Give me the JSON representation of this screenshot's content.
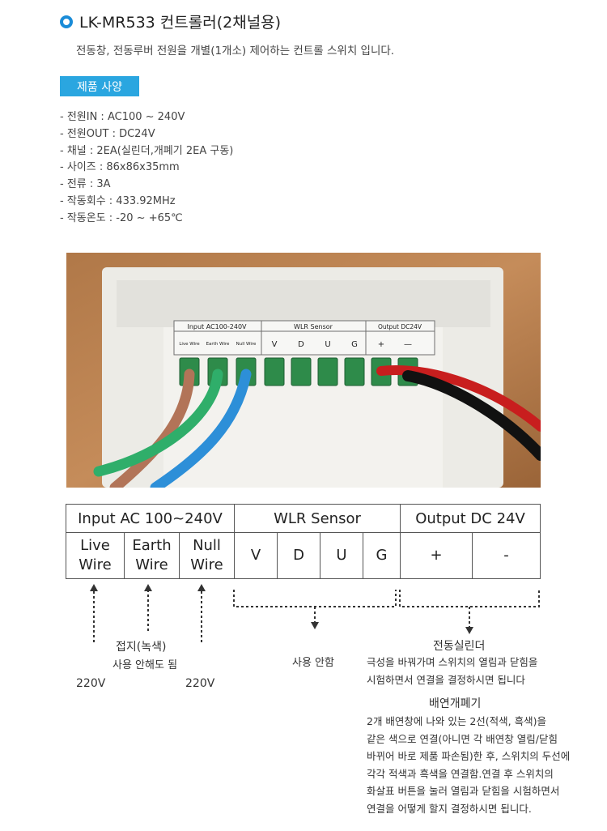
{
  "header": {
    "title": "LK-MR533 컨트롤러(2채널용)",
    "subtitle": "전동창, 전동루버 전원을  개별(1개소) 제어하는 컨트롤 스위치 입니다."
  },
  "spec_badge": "제품 사양",
  "specs": [
    "- 전원IN : AC100 ~ 240V",
    "- 전원OUT : DC24V",
    "- 채널 : 2EA(실린더,개폐기 2EA 구동)",
    "- 사이즈 :  86x86x35mm",
    "- 전류 :  3A",
    "- 작동회수 : 433.92MHz",
    "- 작동온도 : -20 ~ +65℃"
  ],
  "photo_labels": {
    "group_input": "Input AC100-240V",
    "group_sensor": "WLR Sensor",
    "group_output": "Output DC24V",
    "terminals": [
      "Live Wire",
      "Earth Wire",
      "Null Wire",
      "V",
      "D",
      "U",
      "G",
      "+",
      "—"
    ]
  },
  "table": {
    "headers": [
      "Input AC 100~240V",
      "WLR Sensor",
      "Output DC 24V"
    ],
    "input": [
      [
        "Live",
        "Wire"
      ],
      [
        "Earth",
        "Wire"
      ],
      [
        "Null",
        "Wire"
      ]
    ],
    "sensor": [
      "V",
      "D",
      "U",
      "G"
    ],
    "output": [
      "+",
      "-"
    ]
  },
  "annotations": {
    "earth_title": "접지(녹색)",
    "earth_note": "사용 안해도 됨",
    "live_voltage": "220V",
    "null_voltage": "220V",
    "sensor_note": "사용 안함",
    "cylinder_title": "전동실린더",
    "cylinder_lines": [
      "극성을 바꿔가며 스위치의 열림과 닫힘을",
      "시험하면서 연결을 결정하시면 됩니다"
    ],
    "opener_title": "배연개폐기",
    "opener_lines": [
      "2개 배연창에 나와 있는 2선(적색, 흑색)을",
      "같은 색으로 연결(아니면 각 배연창 열림/닫힘",
      "바뀌어 바로 제품 파손됨)한 후, 스위치의 두선에",
      "각각 적색과 흑색을 연결함.연결 후 스위치의",
      "화살표  버튼을 눌러 열림과 닫힘을 시험하면서",
      "연결을 어떻게 할지 결정하시면 됩니다."
    ]
  },
  "colors": {
    "accent": "#2aa6e0",
    "bullet": "#1a8cd8",
    "wire_red": "#c81e1e",
    "wire_green": "#2fae6a",
    "wire_blue": "#2d8fd8",
    "wire_brown": "#b27458",
    "terminal_green": "#2e8b4a"
  }
}
